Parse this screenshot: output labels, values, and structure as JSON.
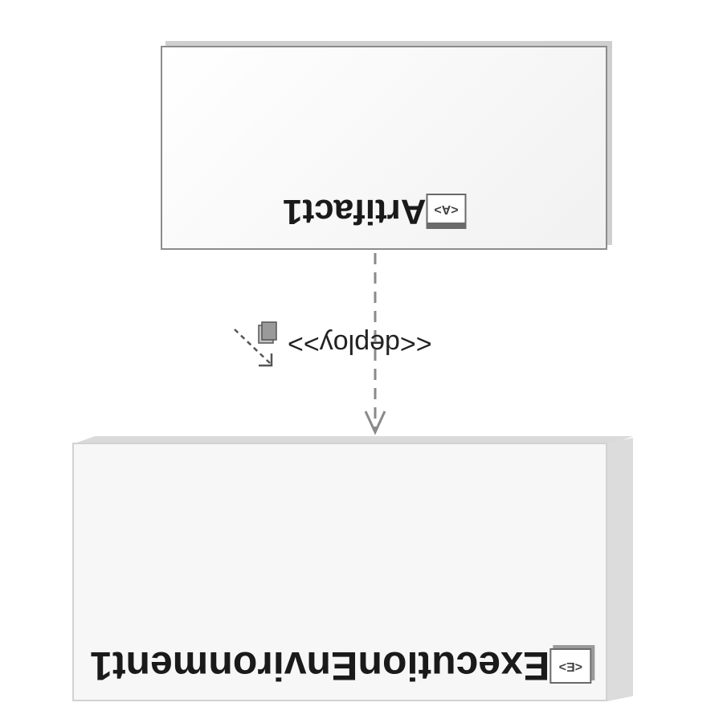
{
  "diagram": {
    "artifact": {
      "name": "Artifact1",
      "icon": "artifact-icon",
      "icon_text": "<A>"
    },
    "execution_environment": {
      "name": "ExecutionEnvironment1",
      "icon": "execution-environment-icon",
      "icon_text": "<E>"
    },
    "dependency": {
      "stereotype": "<<deploy>>",
      "icon": "deploy-dependency-icon",
      "line_style": "dashed",
      "color": "#8a8a8a"
    }
  }
}
